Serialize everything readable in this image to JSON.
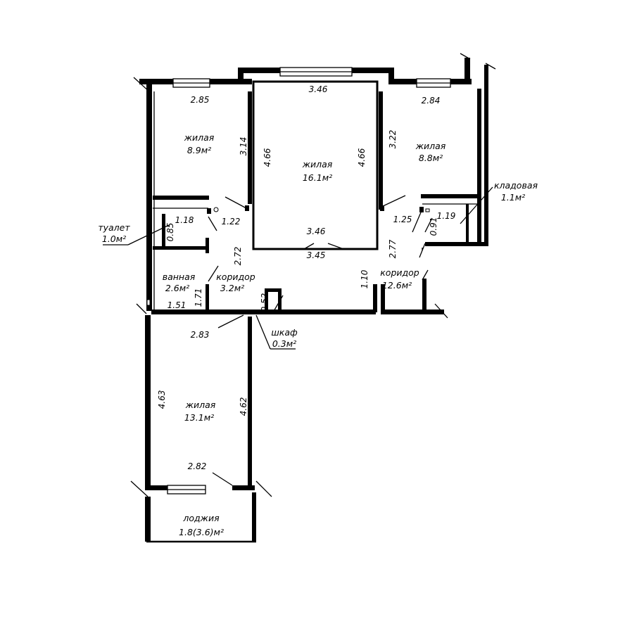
{
  "rooms": {
    "living_nw": {
      "name": "жилая",
      "area": "8.9м²"
    },
    "living_center": {
      "name": "жилая",
      "area": "16.1м²"
    },
    "living_ne": {
      "name": "жилая",
      "area": "8.8м²"
    },
    "storage": {
      "name": "кладовая",
      "area": "1.1м²"
    },
    "toilet": {
      "name": "туалет",
      "area": "1.0м²"
    },
    "bathroom": {
      "name": "ванная",
      "area": "2.6м²"
    },
    "corridor_small": {
      "name": "коридор",
      "area": "3.2м²"
    },
    "corridor_large": {
      "name": "коридор",
      "area": "12.6м²"
    },
    "closet": {
      "name": "шкаф",
      "area": "0.3м²"
    },
    "living_south": {
      "name": "жилая",
      "area": "13.1м²"
    },
    "loggia": {
      "name": "лоджия",
      "area": "1.8(3.6)м²"
    }
  },
  "dims": {
    "d285": "2.85",
    "d314": "3.14",
    "d346a": "3.46",
    "d466a": "4.66",
    "d466b": "4.66",
    "d322": "3.22",
    "d284": "2.84",
    "d118": "1.18",
    "d085": "0.85",
    "d122": "1.22",
    "d346b": "3.46",
    "d345": "3.45",
    "d125": "1.25",
    "d091": "0.91",
    "d119": "1.19",
    "d272": "2.72",
    "d277": "2.77",
    "d110": "1.10",
    "d171": "1.71",
    "d151": "1.51",
    "d052": "0.52",
    "d283": "2.83",
    "d463": "4.63",
    "d462": "4.62",
    "d282": "2.82"
  }
}
